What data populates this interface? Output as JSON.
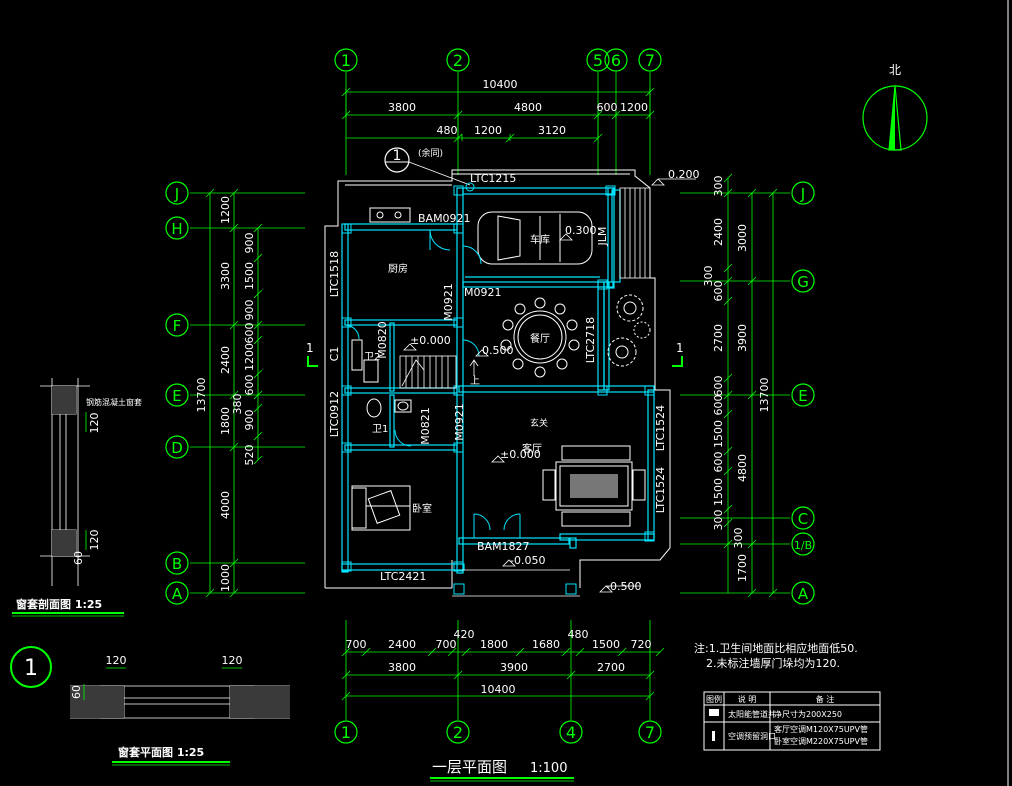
{
  "axes_top": [
    "1",
    "2",
    "5",
    "6",
    "7"
  ],
  "axes_bottom": [
    "1",
    "2",
    "4",
    "7"
  ],
  "axes_left": [
    "J",
    "H",
    "F",
    "E",
    "D",
    "B",
    "A"
  ],
  "axes_right": [
    "J",
    "G",
    "E",
    "C",
    "1/B",
    "A"
  ],
  "dims_top": {
    "total": "10400",
    "row2": [
      "3800",
      "4800",
      "600",
      "1200"
    ],
    "row3": [
      "480",
      "1200",
      "3120"
    ]
  },
  "dims_bottom": {
    "row1": [
      "700",
      "2400",
      "700",
      "1800",
      "1680",
      "1500",
      "720"
    ],
    "small": [
      "420",
      "480"
    ],
    "row2": [
      "3800",
      "3900",
      "2700"
    ],
    "total": "10400"
  },
  "dims_left": {
    "total": "13700",
    "outer": [
      "1200",
      "3300",
      "2400",
      "1800",
      "4000",
      "1000"
    ],
    "inner": [
      "900",
      "1500",
      "900",
      "600",
      "1200",
      "600",
      "380",
      "900",
      "520"
    ]
  },
  "dims_right": {
    "total": "13700",
    "outer": [
      "3000",
      "3900",
      "4800",
      "1700"
    ],
    "inner": [
      "300",
      "2400",
      "300",
      "600",
      "2700",
      "600",
      "600",
      "1500",
      "600",
      "1500",
      "300",
      "300"
    ]
  },
  "rooms": {
    "garage": "车库",
    "kitchen": "厨房",
    "dining": "餐厅",
    "living": "客厅",
    "bedroom": "卧室",
    "bath1": "卫1",
    "bath2": "卫2",
    "stair_up": "上",
    "lobby": "玄关"
  },
  "openings": [
    "LTC1215",
    "BAM0921",
    "M0921",
    "LTC1518",
    "M0820",
    "LTC2718",
    "M0921",
    "M0821",
    "LTC0912",
    "C1",
    "LTC1524",
    "LTC1524",
    "BAM1827",
    "LTC2421",
    "JLM"
  ],
  "levels": [
    "0.200",
    "0.300",
    "±0.000",
    "0.500",
    "±0.000",
    "-0.050",
    "-0.500"
  ],
  "section_marks": [
    "1",
    "1"
  ],
  "detail_ref": {
    "num": "1",
    "note": "(余同)"
  },
  "window_section": {
    "title": "窗套剖面图 1:25",
    "label": "钢筋混凝土窗套",
    "dims": [
      "120",
      "120",
      "60"
    ]
  },
  "window_plan": {
    "title": "窗套平面图 1:25",
    "dims": [
      "120",
      "120",
      "60"
    ],
    "num": "1"
  },
  "main_title": {
    "title": "一层平面图",
    "scale": "1:100"
  },
  "north": "北",
  "notes": [
    "注:1.卫生间地面比相应地面低50.",
    "2.未标注墙厚门垛均为120."
  ],
  "legend": {
    "headers": [
      "图例",
      "说 明",
      "备 注"
    ],
    "rows": [
      {
        "desc": "太阳能管道井",
        "remark": "净尺寸为200X250"
      },
      {
        "desc": "空调预留洞口",
        "remark": "客厅空调M120X75UPV管\n卧室空调M220X75UPV管"
      }
    ]
  }
}
